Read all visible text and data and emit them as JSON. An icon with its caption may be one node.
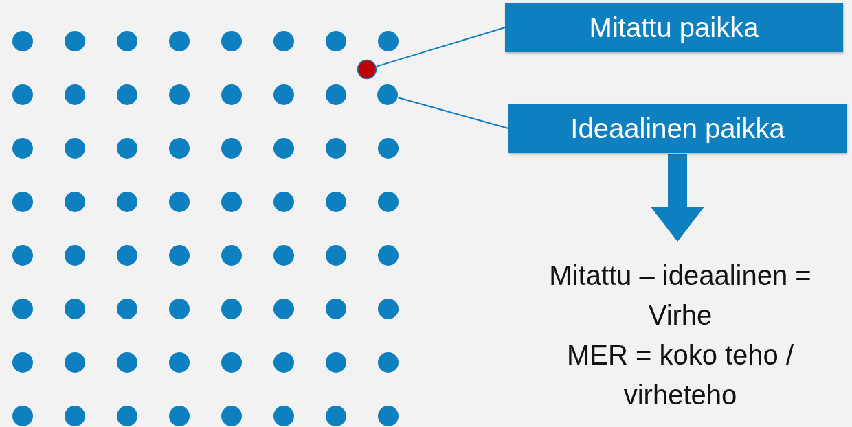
{
  "diagram": {
    "nodes": [
      {
        "text": [
          "Mitattu paikka"
        ]
      },
      {
        "text": [],
        "shape": "circle"
      },
      {
        "text": [
          "Ideaalinen paikka"
        ]
      },
      {
        "text": [],
        "shape": "circle"
      },
      {
        "text": [
          "Mitattu – ideaalinen = Virhe",
          "MER = koko teho / virheteho"
        ]
      }
    ],
    "edges": [
      {
        "from": 0,
        "to": 1,
        "arrow": "none"
      },
      {
        "from": 2,
        "to": 3,
        "arrow": "none"
      },
      {
        "from": 2,
        "to": 4,
        "arrow": "to",
        "style": "thick"
      }
    ]
  }
}
